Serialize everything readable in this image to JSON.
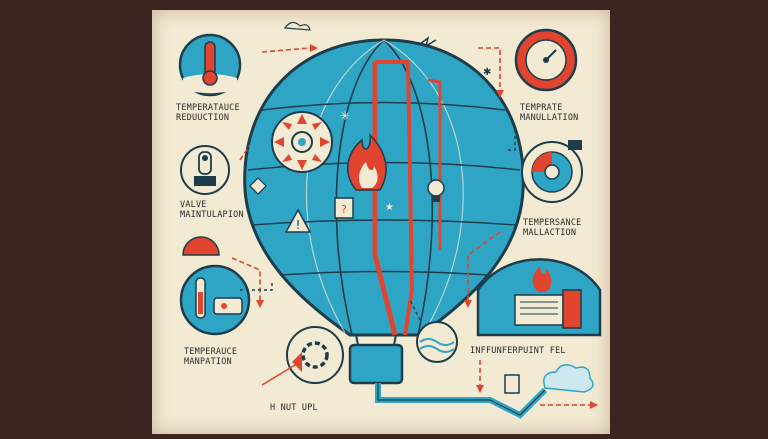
{
  "labels": {
    "temp_reduction_1": "TEMPERATAUCE",
    "temp_reduction_2": "REDUUCTION",
    "valve_1": "VALVE",
    "valve_2": "MAINTULAPION",
    "temp_manip_1": "TEMPERAUCE",
    "temp_manip_2": "MANPATION",
    "hnut": "H  NUT UPL",
    "temprate_1": "TEMPRATE",
    "temprate_2": "MANULLATION",
    "tempersance_1": "TEMPERSANCE",
    "tempersance_2": "MALLACTION",
    "influnfer": "INFFUNFERPUINT FEL"
  },
  "colors": {
    "balloon_blue": "#2fa5c6",
    "outline": "#1d3d4a",
    "accent_red": "#e2452f",
    "paper": "#f3ead3",
    "frame": "#3a2520"
  },
  "icons": [
    "thermometer-icon",
    "valve-icon",
    "gauge-icon",
    "flame-icon",
    "warning-icon",
    "gear-icon",
    "heater-icon",
    "cloud-icon"
  ]
}
